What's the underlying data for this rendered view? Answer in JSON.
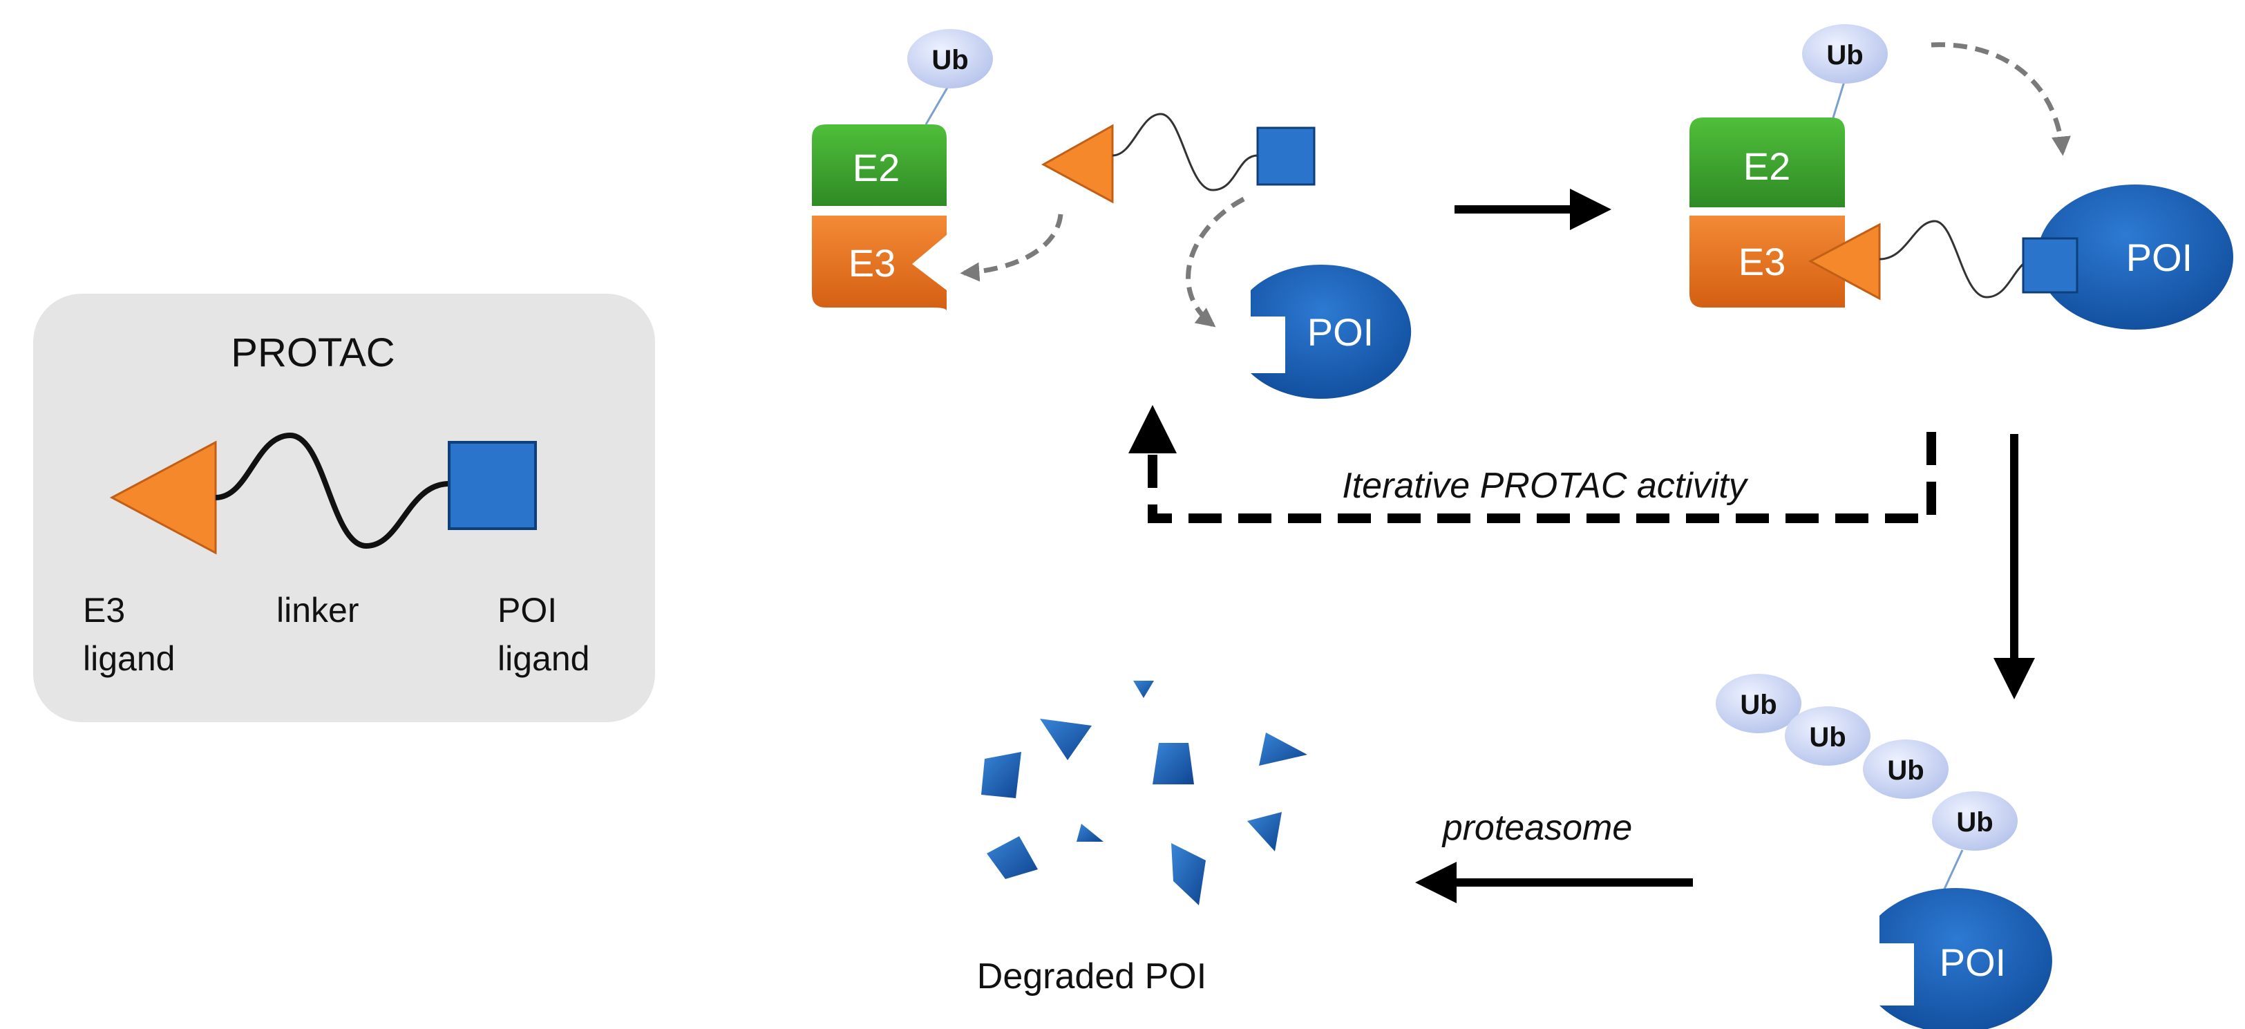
{
  "legend": {
    "title": "PROTAC",
    "e3_ligand": [
      "E3",
      "ligand"
    ],
    "linker": "linker",
    "poi_ligand": [
      "POI",
      "ligand"
    ]
  },
  "complex_left": {
    "ub": "Ub",
    "e2": "E2",
    "e3": "E3",
    "poi": "POI"
  },
  "complex_right": {
    "ub": "Ub",
    "e2": "E2",
    "e3": "E3",
    "poi": "POI"
  },
  "iterative_label": "Iterative PROTAC activity",
  "polyub": {
    "ub": [
      "Ub",
      "Ub",
      "Ub",
      "Ub"
    ],
    "poi": "POI"
  },
  "proteasome_label": "proteasome",
  "degraded_label": "Degraded POI",
  "colors": {
    "e2_green": "#3fa62e",
    "e3_orange": "#e8701e",
    "ligand_orange": "#f5882a",
    "poi_blue": "#1659b0",
    "ligand_blue": "#2a74cc",
    "ub_lavender": "#c9d4f3",
    "legend_bg": "#e5e5e5",
    "arrow_gray": "#7a7a7a"
  }
}
